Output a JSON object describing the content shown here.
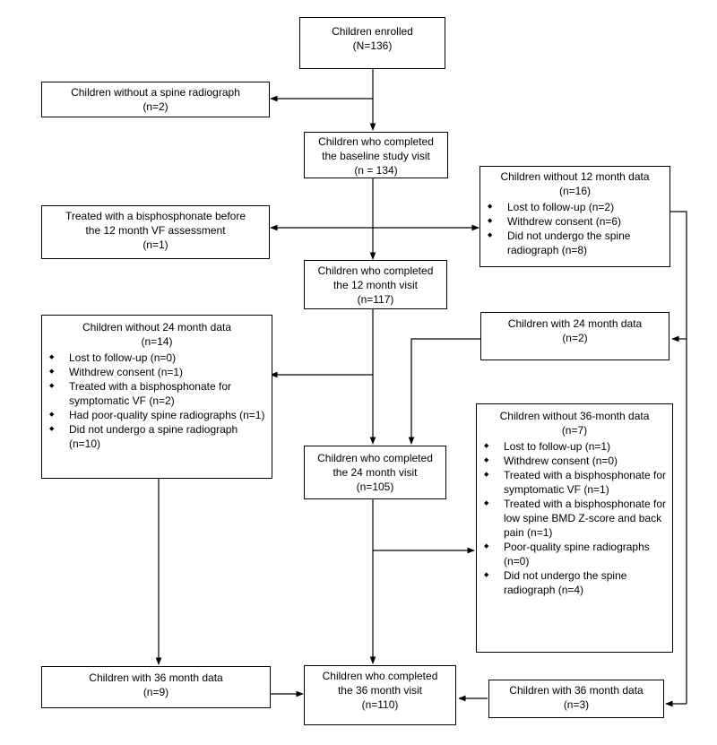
{
  "boxes": {
    "enrolled": {
      "label": "Children enrolled",
      "count": "(N=136)"
    },
    "no_spine": {
      "label": "Children without a spine radiograph",
      "count": "(n=2)"
    },
    "baseline": {
      "label_1": "Children who completed",
      "label_2": "the baseline study visit",
      "count": "(n = 134)"
    },
    "treated_before": {
      "label_1": "Treated with a bisphosphonate before",
      "label_2": "the 12 month VF assessment",
      "count": "(n=1)"
    },
    "without_12": {
      "label": "Children without 12 month data",
      "count": "(n=16)",
      "items": [
        "Lost to follow-up (n=2)",
        "Withdrew consent (n=6)",
        "Did not undergo the spine radiograph (n=8)"
      ]
    },
    "completed_12": {
      "label_1": "Children who completed",
      "label_2": "the 12 month visit",
      "count": "(n=117)"
    },
    "without_24": {
      "label": "Children without 24 month data",
      "count": "(n=14)",
      "items": [
        "Lost to follow-up (n=0)",
        "Withdrew consent (n=1)",
        "Treated with a bisphosphonate for symptomatic VF (n=2)",
        "Had poor-quality spine radiographs (n=1)",
        "Did not undergo a spine radiograph (n=10)"
      ]
    },
    "with_24": {
      "label": "Children with 24 month data",
      "count": "(n=2)"
    },
    "completed_24": {
      "label_1": "Children who completed",
      "label_2": "the 24 month visit",
      "count": "(n=105)"
    },
    "without_36": {
      "label": "Children without 36-month data",
      "count": "(n=7)",
      "items": [
        "Lost to follow-up (n=1)",
        "Withdrew consent (n=0)",
        "Treated with a bisphosphonate for symptomatic VF (n=1)",
        "Treated with a bisphosphonate for low spine BMD Z-score and back pain (n=1)",
        "Poor-quality spine radiographs (n=0)",
        "Did not undergo the spine radiograph (n=4)"
      ]
    },
    "with_36_left": {
      "label": "Children with 36 month data",
      "count": "(n=9)"
    },
    "completed_36": {
      "label_1": "Children who completed",
      "label_2": "the 36 month visit",
      "count": "(n=110)"
    },
    "with_36_right": {
      "label": "Children with 36 month data",
      "count": "(n=3)"
    }
  }
}
